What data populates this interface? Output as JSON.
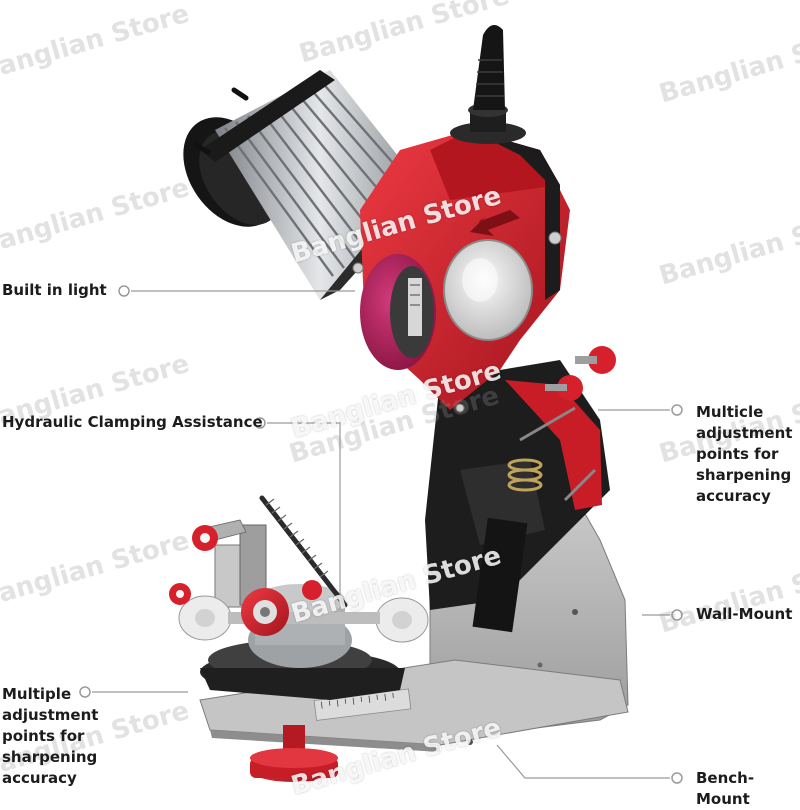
{
  "watermark": {
    "text": "Banglian Store"
  },
  "callouts": [
    {
      "id": "built-in-light",
      "text": "Built in light"
    },
    {
      "id": "hydraulic-clamping",
      "text": "Hydraulic Clamping Assistance"
    },
    {
      "id": "multiple-adjustment-right",
      "text": "Multicle\nadjustment\npoints for\nsharpening\naccuracy"
    },
    {
      "id": "wall-mount",
      "text": "Wall-Mount"
    },
    {
      "id": "multiple-adjustment-left",
      "text": "Multiple\nadjustment\npoints for\nsharpening\naccuracy"
    },
    {
      "id": "bench-mount",
      "text": "Bench-Mount"
    }
  ],
  "colors": {
    "accent_red": "#d6202b",
    "dark_red": "#9e1119",
    "motor_silver": "#b9bcc0",
    "base_gray": "#b3b3b3",
    "black_plastic": "#1e1e1e",
    "grinding_wheel": "#b4235e",
    "callout_line": "#9a9a9a"
  }
}
